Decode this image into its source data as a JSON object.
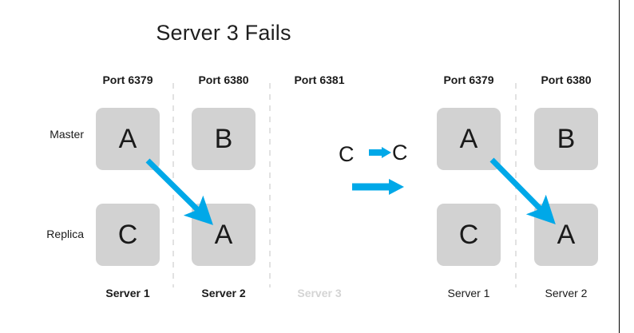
{
  "slide": {
    "title": "Server 3 Fails",
    "accent_color": "#00a8e8",
    "node_fill": "#d2d2d2",
    "text_color": "#1a1a1a",
    "muted_color": "#d4d4d4",
    "divider_color": "#e2e2e2",
    "background": "#ffffff"
  },
  "row_labels": {
    "master": "Master",
    "replica": "Replica"
  },
  "left_group": {
    "columns": [
      {
        "port": "Port 6379",
        "server": "Server 1",
        "failed": false,
        "master": "A",
        "replica": "C",
        "replica_prime": true
      },
      {
        "port": "Port 6380",
        "server": "Server 2",
        "failed": false,
        "master": "B",
        "replica": "A",
        "replica_prime": true
      },
      {
        "port": "Port 6381",
        "server": "Server 3",
        "failed": true,
        "master": "",
        "replica": "",
        "replica_prime": false
      }
    ]
  },
  "right_group": {
    "columns": [
      {
        "port": "Port 6379",
        "server": "Server 1",
        "failed": false,
        "master": "A",
        "replica": "C",
        "replica_prime": false
      },
      {
        "port": "Port 6380",
        "server": "Server 2",
        "failed": false,
        "master": "B",
        "replica": "A",
        "replica_prime": true
      }
    ]
  },
  "legend": {
    "from_label": "C",
    "from_prime": " ᴵ",
    "to_label": "C",
    "arrow_icon": "right-arrow-icon"
  },
  "promotion_arrows": [
    {
      "name": "left-promotion-arrow",
      "from": "A",
      "to": "A-prime"
    },
    {
      "name": "right-promotion-arrow",
      "from": "A",
      "to": "A-prime"
    }
  ]
}
